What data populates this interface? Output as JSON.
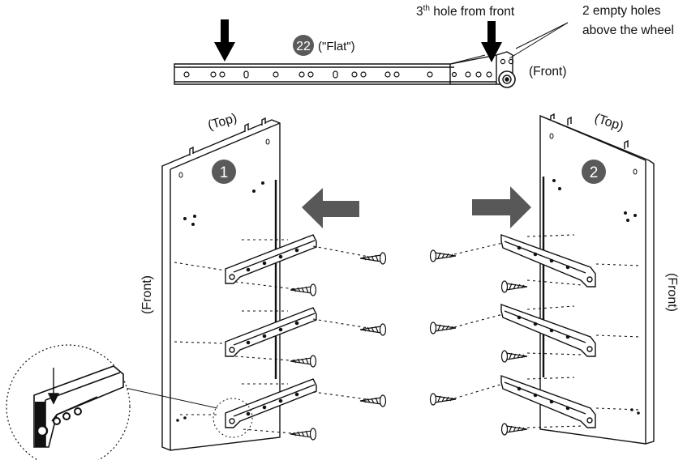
{
  "labels": {
    "part_number": "22",
    "flat_label": "(\"Flat\")",
    "hole_note_sup": "th",
    "hole_note_prefix": "3",
    "hole_note_rest": " hole from front",
    "empty_holes_line1": "2 empty holes",
    "empty_holes_line2": "above the wheel",
    "rail_front": "(Front)",
    "left_top": "(Top)",
    "right_top": "(Top)",
    "left_front": "(Front)",
    "right_front": "(Front)",
    "step_left": "1",
    "step_right": "2"
  },
  "colors": {
    "line": "#111111",
    "badge": "#5a5a5a",
    "arrow_gray": "#585858",
    "arrow_black": "#000000"
  },
  "icons": [
    "down-arrow-icon",
    "left-arrow-icon",
    "right-arrow-icon",
    "screw-icon",
    "magnifier-callout"
  ]
}
